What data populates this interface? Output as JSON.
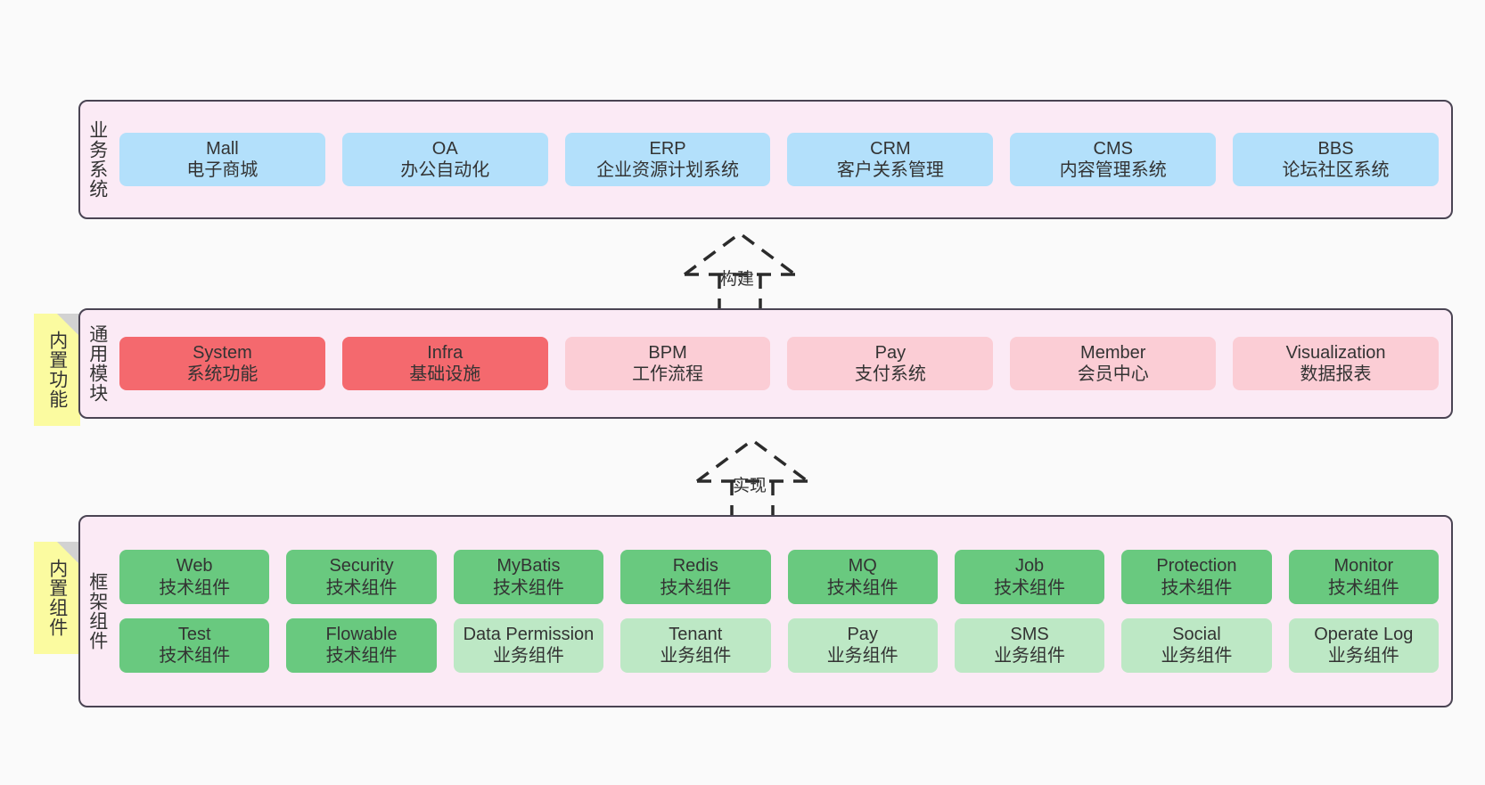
{
  "diagram": {
    "title": "系统架构分层图",
    "background": "#fafafa",
    "layer_fill": "#fbeaf5",
    "layer_border": "#4a4453",
    "note_fill": "#fbfba0",
    "note_fold": "#d2d2d2"
  },
  "layers": [
    {
      "id": "business-system",
      "title": "业务系统",
      "note": null,
      "rows": [
        {
          "nodes": [
            {
              "en": "Mall",
              "cn": "电子商城",
              "color": "#b3e0fb",
              "style": "fill-blue"
            },
            {
              "en": "OA",
              "cn": "办公自动化",
              "color": "#b3e0fb",
              "style": "fill-blue"
            },
            {
              "en": "ERP",
              "cn": "企业资源计划系统",
              "color": "#b3e0fb",
              "style": "fill-blue"
            },
            {
              "en": "CRM",
              "cn": "客户关系管理",
              "color": "#b3e0fb",
              "style": "fill-blue"
            },
            {
              "en": "CMS",
              "cn": "内容管理系统",
              "color": "#b3e0fb",
              "style": "fill-blue"
            },
            {
              "en": "BBS",
              "cn": "论坛社区系统",
              "color": "#b3e0fb",
              "style": "fill-blue"
            }
          ]
        }
      ]
    },
    {
      "id": "common-module",
      "title": "通用模块",
      "note": "内置功能",
      "rows": [
        {
          "nodes": [
            {
              "en": "System",
              "cn": "系统功能",
              "color": "#f4696e",
              "style": "fill-red"
            },
            {
              "en": "Infra",
              "cn": "基础设施",
              "color": "#f4696e",
              "style": "fill-red"
            },
            {
              "en": "BPM",
              "cn": "工作流程",
              "color": "#fbcdd5",
              "style": "fill-pink"
            },
            {
              "en": "Pay",
              "cn": "支付系统",
              "color": "#fbcdd5",
              "style": "fill-pink"
            },
            {
              "en": "Member",
              "cn": "会员中心",
              "color": "#fbcdd5",
              "style": "fill-pink"
            },
            {
              "en": "Visualization",
              "cn": "数据报表",
              "color": "#fbcdd5",
              "style": "fill-pink"
            }
          ]
        }
      ]
    },
    {
      "id": "framework-component",
      "title": "框架组件",
      "note": "内置组件",
      "rows": [
        {
          "nodes": [
            {
              "en": "Web",
              "cn": "技术组件",
              "color": "#69c97f",
              "style": "fill-green"
            },
            {
              "en": "Security",
              "cn": "技术组件",
              "color": "#69c97f",
              "style": "fill-green"
            },
            {
              "en": "MyBatis",
              "cn": "技术组件",
              "color": "#69c97f",
              "style": "fill-green"
            },
            {
              "en": "Redis",
              "cn": "技术组件",
              "color": "#69c97f",
              "style": "fill-green"
            },
            {
              "en": "MQ",
              "cn": "技术组件",
              "color": "#69c97f",
              "style": "fill-green"
            },
            {
              "en": "Job",
              "cn": "技术组件",
              "color": "#69c97f",
              "style": "fill-green"
            },
            {
              "en": "Protection",
              "cn": "技术组件",
              "color": "#69c97f",
              "style": "fill-green"
            },
            {
              "en": "Monitor",
              "cn": "技术组件",
              "color": "#69c97f",
              "style": "fill-green"
            }
          ]
        },
        {
          "nodes": [
            {
              "en": "Test",
              "cn": "技术组件",
              "color": "#69c97f",
              "style": "fill-green"
            },
            {
              "en": "Flowable",
              "cn": "技术组件",
              "color": "#69c97f",
              "style": "fill-green"
            },
            {
              "en": "Data Permission",
              "cn": "业务组件",
              "color": "#bde8c5",
              "style": "fill-lightgreen"
            },
            {
              "en": "Tenant",
              "cn": "业务组件",
              "color": "#bde8c5",
              "style": "fill-lightgreen"
            },
            {
              "en": "Pay",
              "cn": "业务组件",
              "color": "#bde8c5",
              "style": "fill-lightgreen"
            },
            {
              "en": "SMS",
              "cn": "业务组件",
              "color": "#bde8c5",
              "style": "fill-lightgreen"
            },
            {
              "en": "Social",
              "cn": "业务组件",
              "color": "#bde8c5",
              "style": "fill-lightgreen"
            },
            {
              "en": "Operate Log",
              "cn": "业务组件",
              "color": "#bde8c5",
              "style": "fill-lightgreen"
            }
          ]
        }
      ]
    }
  ],
  "connectors": [
    {
      "id": "build",
      "label": "构建",
      "from": "common-module",
      "to": "business-system"
    },
    {
      "id": "implement",
      "label": "实现",
      "from": "framework-component",
      "to": "common-module"
    }
  ]
}
